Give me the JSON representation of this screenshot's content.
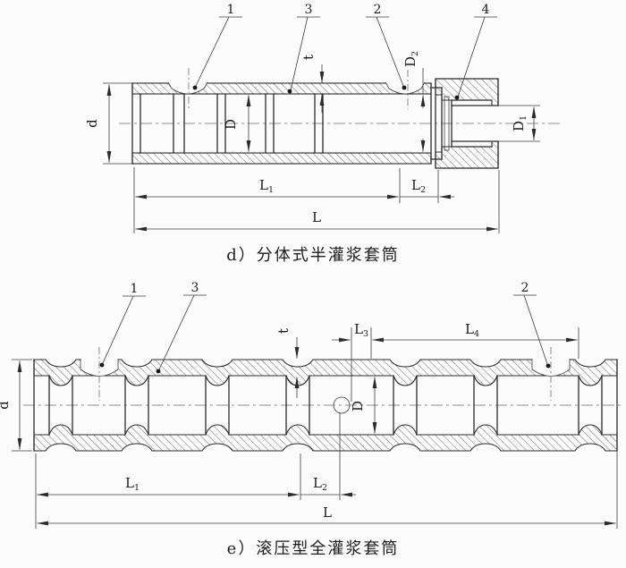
{
  "background": "#fcfcfc",
  "line_color": "#2b2b2b",
  "figure_d": {
    "caption": "d）分体式半灌浆套筒",
    "parts": {
      "p1": "1",
      "p2": "2",
      "p3": "3",
      "p4": "4"
    },
    "dims": {
      "d": {
        "base": "d"
      },
      "D": {
        "base": "D"
      },
      "t": {
        "base": "t"
      },
      "D1": {
        "base": "D",
        "sub": "1"
      },
      "D2": {
        "base": "D",
        "sub": "2"
      },
      "L": {
        "base": "L"
      },
      "L1": {
        "base": "L",
        "sub": "1"
      },
      "L2": {
        "base": "L",
        "sub": "2"
      }
    }
  },
  "figure_e": {
    "caption": "e）滚压型全灌浆套筒",
    "parts": {
      "p1": "1",
      "p2": "2",
      "p3": "3"
    },
    "dims": {
      "d": {
        "base": "d"
      },
      "t": {
        "base": "t"
      },
      "D": {
        "base": "D"
      },
      "L": {
        "base": "L"
      },
      "L1": {
        "base": "L",
        "sub": "1"
      },
      "L2": {
        "base": "L",
        "sub": "2"
      },
      "L3": {
        "base": "L",
        "sub": "3"
      },
      "L4": {
        "base": "L",
        "sub": "4"
      }
    }
  }
}
